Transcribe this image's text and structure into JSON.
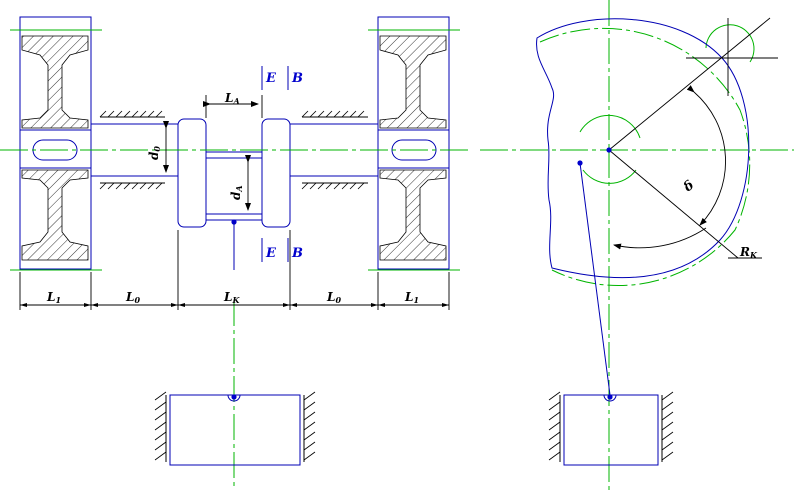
{
  "drawing": {
    "labels": {
      "l1_left": "L",
      "l1_left_sub": "1",
      "l0_left": "L",
      "l0_left_sub": "0",
      "lk": "L",
      "lk_sub": "K",
      "l0_right": "L",
      "l0_right_sub": "0",
      "l1_right": "L",
      "l1_right_sub": "1",
      "la": "L",
      "la_sub": "A",
      "d0": "d",
      "d0_sub": "0",
      "da": "d",
      "da_sub": "A",
      "section_e_top": "E",
      "section_b_top": "B",
      "section_e_bottom": "E",
      "section_b_bottom": "B",
      "delta": "δ",
      "rk": "R",
      "rk_sub": "K"
    },
    "colors": {
      "outline": "#0000b4",
      "centerline": "#00b400",
      "black": "#000000",
      "section_label": "#0000cc",
      "dot": "#0000cc"
    }
  }
}
